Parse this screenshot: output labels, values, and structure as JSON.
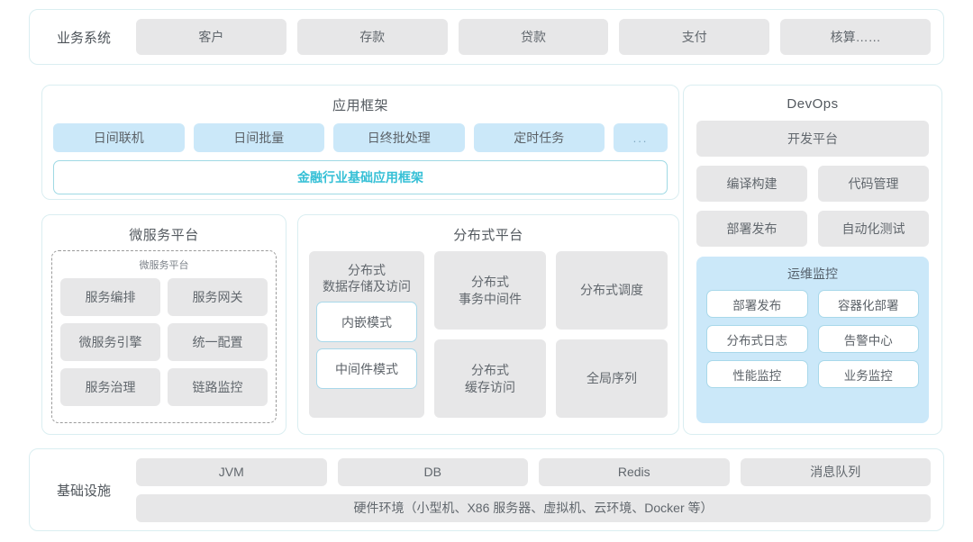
{
  "business_systems": {
    "label": "业务系统",
    "items": [
      "客户",
      "存款",
      "贷款",
      "支付",
      "核算……"
    ]
  },
  "app_framework": {
    "title": "应用框架",
    "tiles": [
      "日间联机",
      "日间批量",
      "日终批处理",
      "定时任务",
      "..."
    ],
    "framework_bar": "金融行业基础应用框架",
    "accent_color": "#36c0d6"
  },
  "microservice_platform": {
    "title": "微服务平台",
    "inner_label": "微服务平台",
    "tiles": [
      "服务编排",
      "服务网关",
      "微服务引擎",
      "统一配置",
      "服务治理",
      "链路监控"
    ]
  },
  "distributed_platform": {
    "title": "分布式平台",
    "storage": {
      "label": "分布式\n数据存储及访问",
      "label_line1": "分布式",
      "label_line2": "数据存储及访问",
      "modes": [
        "内嵌模式",
        "中间件模式"
      ]
    },
    "tiles": [
      {
        "line1": "分布式",
        "line2": "事务中间件"
      },
      {
        "line1": "分布式调度",
        "line2": ""
      },
      {
        "line1": "分布式",
        "line2": "缓存访问"
      },
      {
        "line1": "全局序列",
        "line2": ""
      }
    ]
  },
  "devops": {
    "title": "DevOps",
    "platform": "开发平台",
    "tiles": [
      "编译构建",
      "代码管理",
      "部署发布",
      "自动化测试"
    ],
    "ops_monitor": {
      "title": "运维监控",
      "tiles": [
        "部署发布",
        "容器化部署",
        "分布式日志",
        "告警中心",
        "性能监控",
        "业务监控"
      ]
    }
  },
  "infrastructure": {
    "label": "基础设施",
    "tiles": [
      "JVM",
      "DB",
      "Redis",
      "消息队列"
    ],
    "hardware": "硬件环境（小型机、X86 服务器、虚拟机、云环境、Docker 等）"
  }
}
